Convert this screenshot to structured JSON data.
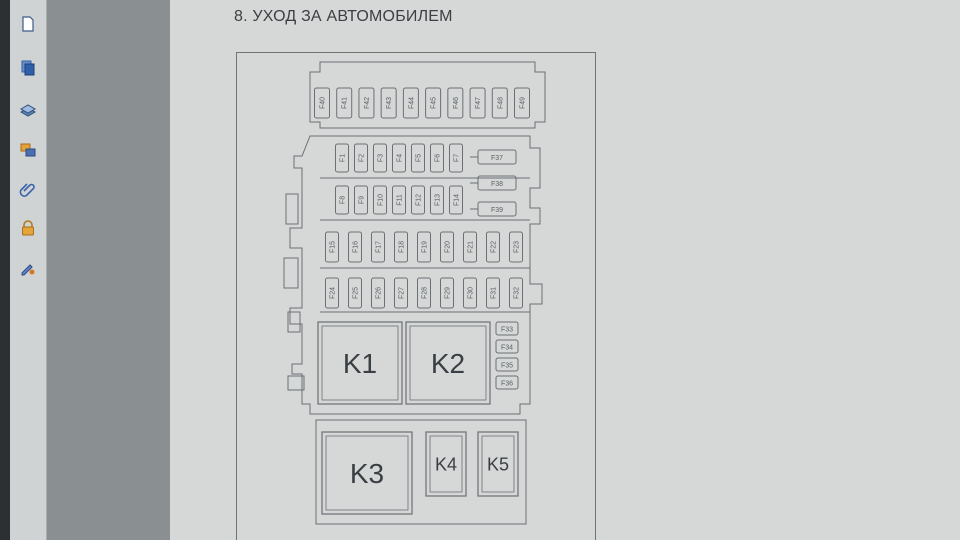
{
  "heading": "8. УХОД ЗА АВТОМОБИЛЕМ",
  "toolbar": {
    "items": [
      {
        "icon": "page-icon",
        "color": "#3d5a8a"
      },
      {
        "icon": "pages-icon",
        "color": "#2f5fa8"
      },
      {
        "icon": "layers-icon",
        "color": "#3d6a8a"
      },
      {
        "icon": "comment-icon",
        "color": "#c07a2a"
      },
      {
        "icon": "paperclip-icon",
        "color": "#3a62a8"
      },
      {
        "icon": "lock-icon",
        "color": "#d99a2a"
      },
      {
        "icon": "sign-icon",
        "color": "#3a62a8"
      }
    ]
  },
  "fusebox": {
    "rows": [
      {
        "labels": [
          "F40",
          "F41",
          "F42",
          "F43",
          "F44",
          "F45",
          "F46",
          "F47",
          "F48",
          "F49"
        ]
      },
      {
        "labels": [
          "F1",
          "F2",
          "F3",
          "F4",
          "F5",
          "F6",
          "F7"
        ]
      },
      {
        "labels": [
          "F8",
          "F9",
          "F10",
          "F11",
          "F12",
          "F13",
          "F14"
        ]
      },
      {
        "labels": [
          "F15",
          "F16",
          "F17",
          "F18",
          "F19",
          "F20",
          "F21",
          "F22",
          "F23"
        ]
      },
      {
        "labels": [
          "F24",
          "F25",
          "F26",
          "F27",
          "F28",
          "F29",
          "F30",
          "F31",
          "F32"
        ]
      }
    ],
    "side_fuses": [
      "F37",
      "F38",
      "F39"
    ],
    "small_fuses": [
      "F33",
      "F34",
      "F35",
      "F36"
    ],
    "relays": [
      "K1",
      "K2",
      "K3",
      "K4",
      "K5"
    ]
  }
}
